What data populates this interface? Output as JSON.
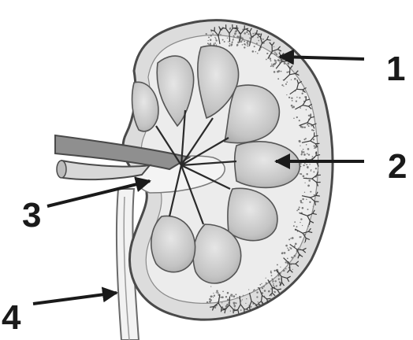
{
  "callouts": [
    {
      "id": "1",
      "text": "1",
      "target": "renal-cortex"
    },
    {
      "id": "2",
      "text": "2",
      "target": "renal-pyramid"
    },
    {
      "id": "3",
      "text": "3",
      "target": "renal-pelvis"
    },
    {
      "id": "4",
      "text": "4",
      "target": "ureter"
    }
  ],
  "colors": {
    "background": "#ffffff",
    "ink": "#1a1a1a",
    "cortex_fill": "#dcdcdc",
    "pyramid_fill": "#c8c8c8",
    "vessel_fill": "#8f8f8f",
    "ureter_fill": "#f2f2f2"
  },
  "image_style": "grayscale scanned textbook illustration of a kidney in longitudinal section"
}
